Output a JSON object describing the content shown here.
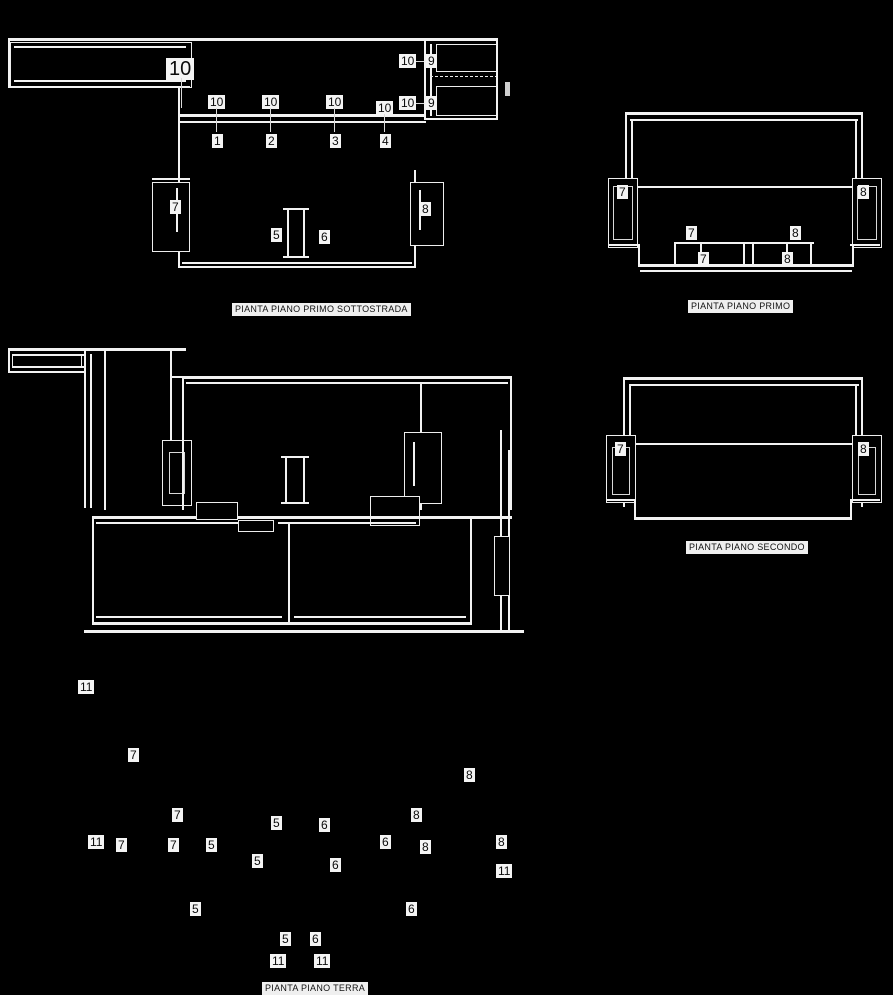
{
  "drawing": {
    "title": "Tavola piante - edificio",
    "background_color": "#000000",
    "line_color": "#f2f2f2",
    "label_text_color": "#0a0a0a",
    "label_bg_color": "#f4f4f4"
  },
  "plans": [
    {
      "id": "piano-primo-sottostrada",
      "caption": "PIANTA PIANO PRIMO SOTTOSTRADA",
      "labels": [
        "10",
        "10",
        "10",
        "10",
        "10",
        "10",
        "9",
        "9",
        "1",
        "2",
        "3",
        "4",
        "7",
        "5",
        "6",
        "8"
      ]
    },
    {
      "id": "piano-primo",
      "caption": "PIANTA PIANO PRIMO",
      "labels": [
        "7",
        "8",
        "7",
        "7",
        "8",
        "8"
      ]
    },
    {
      "id": "piano-secondo",
      "caption": "PIANTA PIANO SECONDO",
      "labels": [
        "7",
        "8"
      ]
    },
    {
      "id": "piano-terra",
      "caption": "PIANTA PIANO TERRA",
      "labels": [
        "11",
        "7",
        "7",
        "11",
        "7",
        "7",
        "5",
        "5",
        "5",
        "6",
        "5",
        "6",
        "6",
        "6",
        "8",
        "8",
        "8",
        "8",
        "11",
        "11",
        "5",
        "6",
        "11",
        "11"
      ]
    }
  ],
  "callouts": {
    "sottostrada": {
      "big_10": "10",
      "top_row": [
        "10",
        "10",
        "10",
        "10"
      ],
      "right_10_upper": "10",
      "right_10_lower": "10",
      "nine_upper": "9",
      "nine_lower": "9",
      "axis_1": "1",
      "axis_2": "2",
      "axis_3": "3",
      "axis_4": "4",
      "stair_left": "7",
      "core_left": "5",
      "core_right": "6",
      "stair_right": "8"
    },
    "primo": {
      "left_shaft": "7",
      "right_shaft": "8",
      "mid_left_upper": "7",
      "mid_left_lower": "7",
      "mid_right_upper": "8",
      "mid_right_lower": "8"
    },
    "secondo": {
      "left_shaft": "7",
      "right_shaft": "8"
    },
    "terra": {
      "wing_11": "11",
      "court_7": "7",
      "shaft_7": "7",
      "row_11": "11",
      "row_7a": "7",
      "row_7b": "7",
      "row_5a": "5",
      "row_5b": "5",
      "core_5": "5",
      "core_6": "6",
      "mid_5": "5",
      "mid_6a": "6",
      "mid_6b": "6",
      "room_6": "6",
      "room_5": "5",
      "shaft_8a": "8",
      "shaft_8b": "8",
      "shaft_8c": "8",
      "right_8": "8",
      "right_11": "11",
      "bot_5": "5",
      "bot_6": "6",
      "bot_11a": "11",
      "bot_11b": "11"
    }
  }
}
